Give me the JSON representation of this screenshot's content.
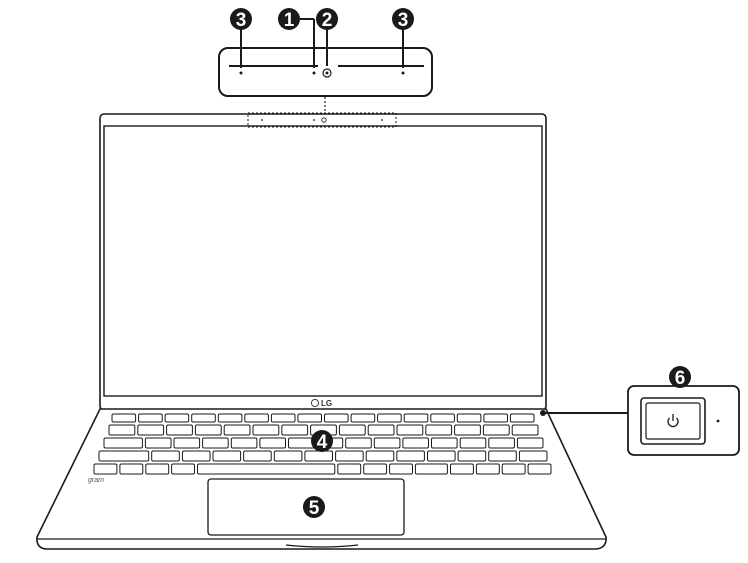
{
  "callouts": {
    "microphone": "1",
    "webcam": "2",
    "speaker_left": "3",
    "speaker_right": "3",
    "keyboard": "4",
    "touchpad": "5",
    "power_button": "6"
  },
  "logo": "LG",
  "brand": "gram"
}
